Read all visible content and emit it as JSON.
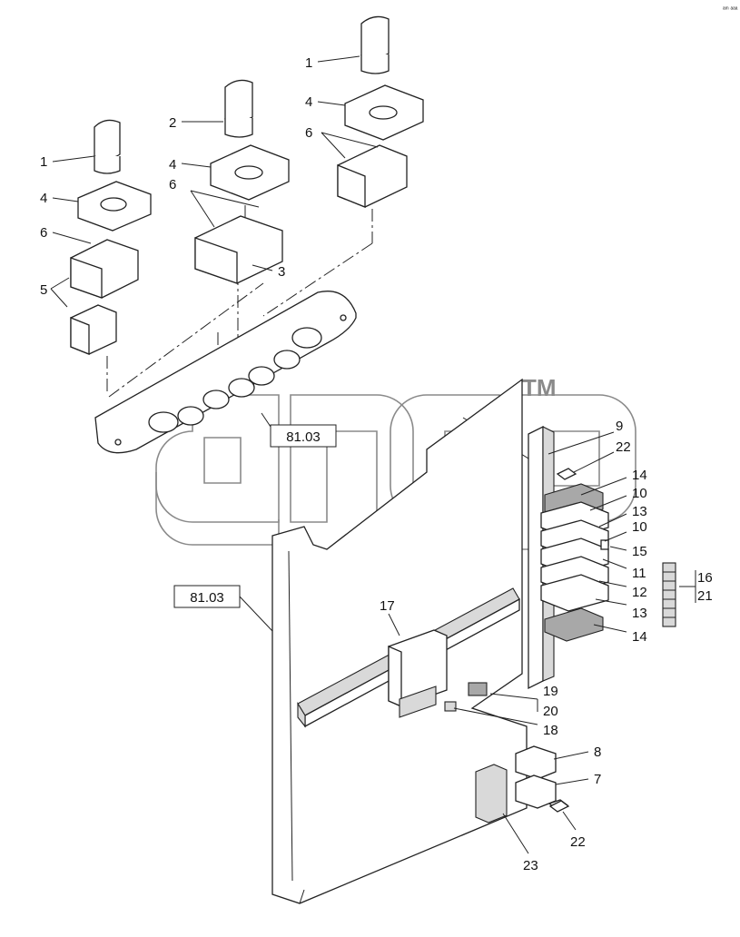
{
  "corner_mark": "ᵃᵐ ᵃᵃᵃ",
  "watermark": {
    "brand": "AGCO",
    "trademark": "TM"
  },
  "reference_boxes": [
    "81.03",
    "81.03"
  ],
  "callouts": [
    "1",
    "4",
    "6",
    "5",
    "2",
    "4",
    "6",
    "3",
    "1",
    "4",
    "6",
    "9",
    "22",
    "14",
    "10",
    "13",
    "10",
    "15",
    "11",
    "12",
    "13",
    "14",
    "16",
    "21",
    "17",
    "19",
    "20",
    "18",
    "8",
    "7",
    "22",
    "23"
  ]
}
